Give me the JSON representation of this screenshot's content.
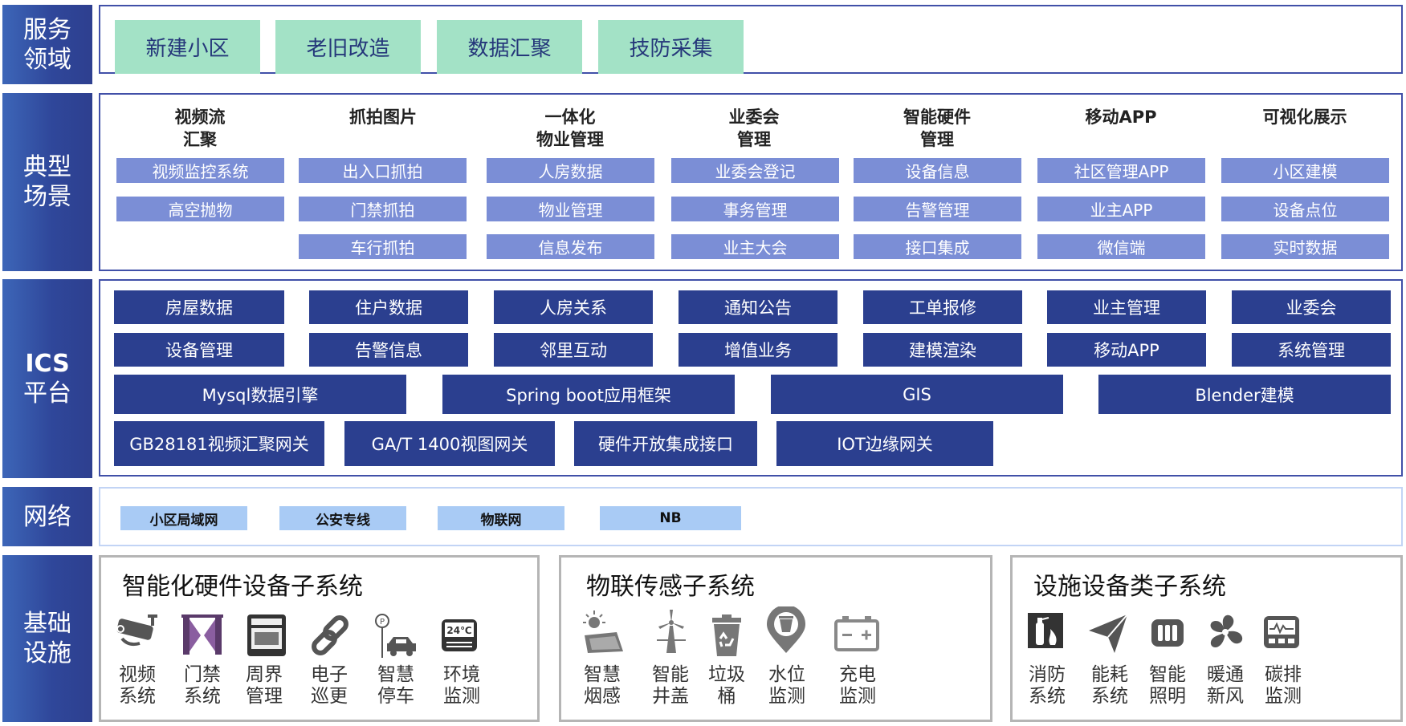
{
  "row_labels": {
    "service": [
      "服务",
      "领域"
    ],
    "scene": [
      "典型",
      "场景"
    ],
    "ics": [
      "ICS",
      "平台"
    ],
    "network": [
      "网络"
    ],
    "infra": [
      "基础",
      "设施"
    ]
  },
  "service_items": [
    "新建小区",
    "老旧改造",
    "数据汇聚",
    "技防采集"
  ],
  "scenes": [
    {
      "head": [
        "视频流",
        "汇聚"
      ],
      "items": [
        "视频监控系统",
        "高空抛物"
      ]
    },
    {
      "head": [
        "抓拍图片"
      ],
      "items": [
        "出入口抓拍",
        "门禁抓拍",
        "车行抓拍"
      ]
    },
    {
      "head": [
        "一体化",
        "物业管理"
      ],
      "items": [
        "人房数据",
        "物业管理",
        "信息发布"
      ]
    },
    {
      "head": [
        "业委会",
        "管理"
      ],
      "items": [
        "业委会登记",
        "事务管理",
        "业主大会"
      ]
    },
    {
      "head": [
        "智能硬件",
        "管理"
      ],
      "items": [
        "设备信息",
        "告警管理",
        "接口集成"
      ]
    },
    {
      "head": [
        "移动APP"
      ],
      "items": [
        "社区管理APP",
        "业主APP",
        "微信端"
      ]
    },
    {
      "head": [
        "可视化展示"
      ],
      "items": [
        "小区建模",
        "设备点位",
        "实时数据"
      ]
    }
  ],
  "ics": {
    "row1": [
      "房屋数据",
      "住户数据",
      "人房关系",
      "通知公告",
      "工单报修",
      "业主管理",
      "业委会"
    ],
    "row2": [
      "设备管理",
      "告警信息",
      "邻里互动",
      "增值业务",
      "建模渲染",
      "移动APP",
      "系统管理"
    ],
    "row3": [
      "Mysql数据引擎",
      "Spring boot应用框架",
      "GIS",
      "Blender建模"
    ],
    "row4": [
      "GB28181视频汇聚网关",
      "GA/T 1400视图网关",
      "硬件开放集成接口",
      "IOT边缘网关"
    ]
  },
  "network_items": [
    "小区局域网",
    "公安专线",
    "物联网",
    "NB"
  ],
  "subsystems": [
    {
      "title": "智能化硬件设备子系统",
      "items": [
        {
          "icon": "cctv-camera-icon",
          "label": [
            "视频",
            "系统"
          ]
        },
        {
          "icon": "door-gate-icon",
          "label": [
            "门禁",
            "系统"
          ]
        },
        {
          "icon": "perimeter-panel-icon",
          "label": [
            "周界",
            "管理"
          ]
        },
        {
          "icon": "chain-link-icon",
          "label": [
            "电子",
            "巡更"
          ]
        },
        {
          "icon": "parking-car-icon",
          "label": [
            "智慧",
            "停车"
          ]
        },
        {
          "icon": "thermometer-display-icon",
          "label": [
            "环境",
            "监测"
          ],
          "icon_text": "24℃"
        }
      ]
    },
    {
      "title": "物联传感子系统",
      "items": [
        {
          "icon": "solar-panel-icon",
          "label": [
            "智慧",
            "烟感"
          ]
        },
        {
          "icon": "wind-turbine-icon",
          "label": [
            "智能",
            "井盖"
          ]
        },
        {
          "icon": "recycle-bin-icon",
          "label": [
            "垃圾",
            "桶"
          ]
        },
        {
          "icon": "water-level-pin-icon",
          "label": [
            "水位",
            "监测"
          ]
        },
        {
          "icon": "battery-icon",
          "label": [
            "充电",
            "监测"
          ]
        }
      ]
    },
    {
      "title": "设施设备类子系统",
      "items": [
        {
          "icon": "fire-extinguisher-icon",
          "label": [
            "消防",
            "系统"
          ]
        },
        {
          "icon": "paper-plane-icon",
          "label": [
            "能耗",
            "系统"
          ]
        },
        {
          "icon": "light-panel-icon",
          "label": [
            "智能",
            "照明"
          ]
        },
        {
          "icon": "fan-icon",
          "label": [
            "暖通",
            "新风"
          ]
        },
        {
          "icon": "monitor-gauge-icon",
          "label": [
            "碳排",
            "监测"
          ]
        }
      ]
    }
  ],
  "colors": {
    "label_bg": "#2f479a",
    "service_box": "#a3e2c6",
    "scene_box": "#7b8ed6",
    "ics_box": "#2b3f8f",
    "network_box": "#a9cbf5"
  }
}
